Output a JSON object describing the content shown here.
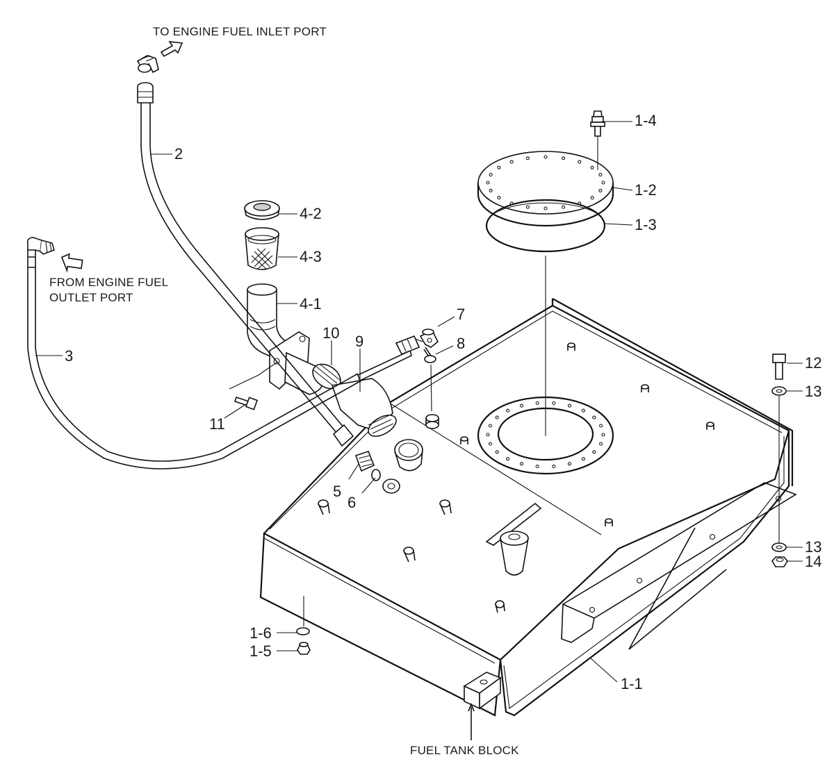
{
  "notes": {
    "to_engine": "TO ENGINE FUEL INLET PORT",
    "from_engine_line1": "FROM ENGINE FUEL",
    "from_engine_line2": "OUTLET PORT",
    "tank_block": "FUEL TANK BLOCK"
  },
  "callouts": [
    {
      "id": "1-1",
      "label": "1-1"
    },
    {
      "id": "1-2",
      "label": "1-2"
    },
    {
      "id": "1-3",
      "label": "1-3"
    },
    {
      "id": "1-4",
      "label": "1-4"
    },
    {
      "id": "1-5",
      "label": "1-5"
    },
    {
      "id": "1-6",
      "label": "1-6"
    },
    {
      "id": "2",
      "label": "2"
    },
    {
      "id": "3",
      "label": "3"
    },
    {
      "id": "4-1",
      "label": "4-1"
    },
    {
      "id": "4-2",
      "label": "4-2"
    },
    {
      "id": "4-3",
      "label": "4-3"
    },
    {
      "id": "5",
      "label": "5"
    },
    {
      "id": "6",
      "label": "6"
    },
    {
      "id": "7",
      "label": "7"
    },
    {
      "id": "8",
      "label": "8"
    },
    {
      "id": "9",
      "label": "9"
    },
    {
      "id": "10",
      "label": "10"
    },
    {
      "id": "11",
      "label": "11"
    },
    {
      "id": "12",
      "label": "12"
    },
    {
      "id": "13a",
      "label": "13"
    },
    {
      "id": "13b",
      "label": "13"
    },
    {
      "id": "14",
      "label": "14"
    }
  ]
}
